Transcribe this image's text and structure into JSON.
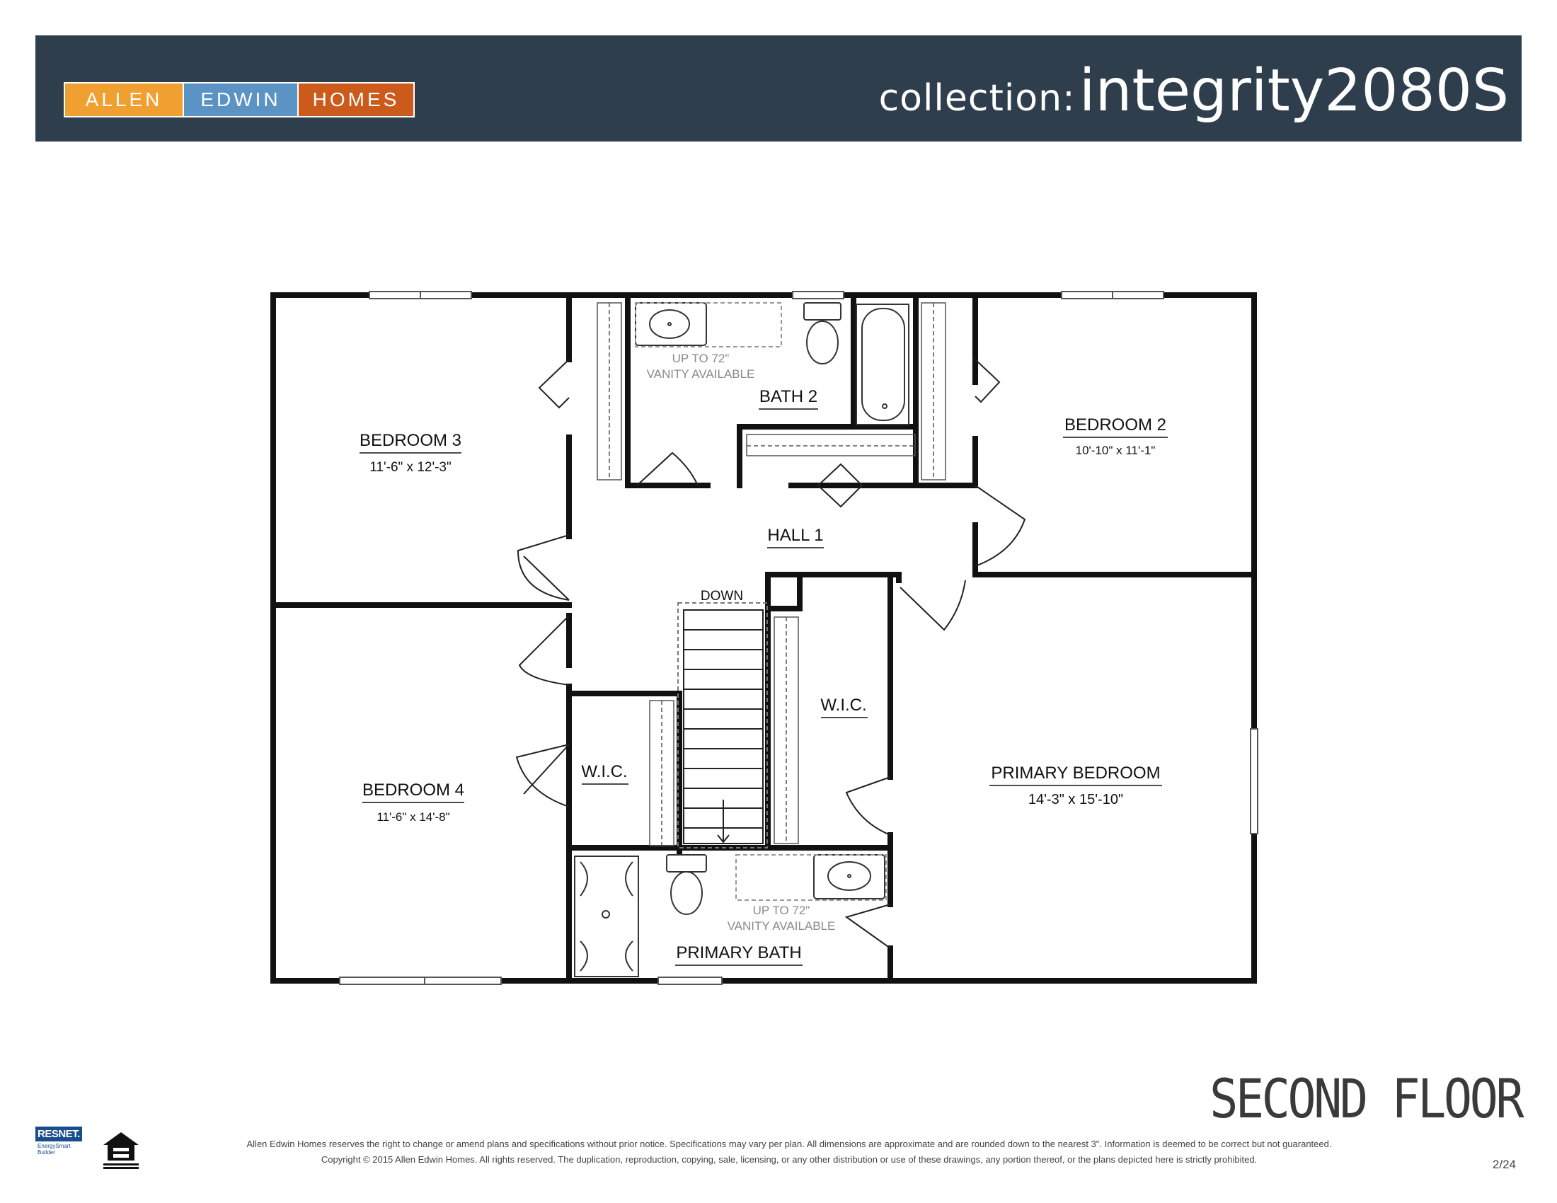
{
  "header": {
    "logo": {
      "allen": "ALLEN",
      "edwin": "EDWIN",
      "homes": "HOMES"
    },
    "collection_label": "collection:",
    "collection_model": "integrity2080S"
  },
  "rooms": {
    "bedroom3": {
      "name": "BEDROOM 3",
      "dims": "11'-6\" x 12'-3\""
    },
    "bedroom2": {
      "name": "BEDROOM 2",
      "dims": "10'-10\" x 11'-1\""
    },
    "bedroom4": {
      "name": "BEDROOM 4",
      "dims": "11'-6\" x 14'-8\""
    },
    "primary_bedroom": {
      "name": "PRIMARY BEDROOM",
      "dims": "14'-3\" x 15'-10\""
    },
    "bath2": {
      "name": "BATH 2"
    },
    "hall1": {
      "name": "HALL 1"
    },
    "wic_left": {
      "name": "W.I.C."
    },
    "wic_right": {
      "name": "W.I.C."
    },
    "primary_bath": {
      "name": "PRIMARY BATH"
    },
    "stairs": {
      "name": "DOWN"
    }
  },
  "notes": {
    "vanity_bath2_line1": "UP TO 72\"",
    "vanity_bath2_line2": "VANITY AVAILABLE",
    "vanity_primary_line1": "UP TO 72\"",
    "vanity_primary_line2": "VANITY AVAILABLE"
  },
  "floor_title": "SECOND FLOOR",
  "footer": {
    "disclaimer_line1": "Allen Edwin Homes reserves the right to change or amend plans and specifications without prior notice. Specifications may vary per plan. All dimensions are approximate and are rounded down to the nearest 3\". Information is deemed to be correct but not guaranteed.",
    "disclaimer_line2": "Copyright © 2015 Allen Edwin Homes. All rights reserved. The duplication, reproduction, copying, sale, licensing, or any other distribution or use of these drawings, any portion thereof, or the plans depicted here is strictly prohibited.",
    "page_number": "2/24",
    "resnet_title": "RESNET.",
    "resnet_sub": "EnergySmart Builder"
  },
  "colors": {
    "header_bg": "#2f3e4d",
    "logo_allen": "#f0a030",
    "logo_edwin": "#5b93c5",
    "logo_homes": "#cc5b1b",
    "wall": "#111111"
  }
}
